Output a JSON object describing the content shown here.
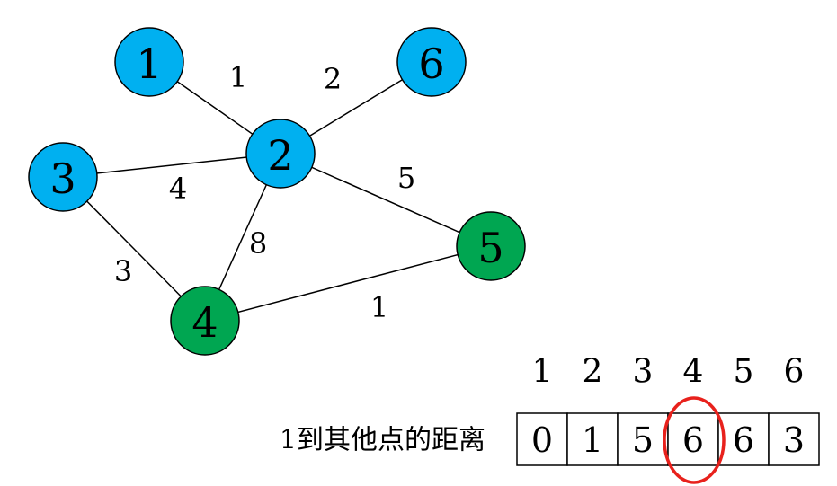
{
  "colors": {
    "visited": "#00B0F0",
    "unvisited": "#00A651",
    "highlight": "#E8211C"
  },
  "nodes": [
    {
      "id": "1",
      "label": "1",
      "state": "visited"
    },
    {
      "id": "2",
      "label": "2",
      "state": "visited"
    },
    {
      "id": "3",
      "label": "3",
      "state": "visited"
    },
    {
      "id": "4",
      "label": "4",
      "state": "unvisited"
    },
    {
      "id": "5",
      "label": "5",
      "state": "unvisited"
    },
    {
      "id": "6",
      "label": "6",
      "state": "visited"
    }
  ],
  "edges": [
    {
      "from": "1",
      "to": "2",
      "weight": "1"
    },
    {
      "from": "2",
      "to": "6",
      "weight": "2"
    },
    {
      "from": "3",
      "to": "2",
      "weight": "4"
    },
    {
      "from": "2",
      "to": "5",
      "weight": "5"
    },
    {
      "from": "2",
      "to": "4",
      "weight": "8"
    },
    {
      "from": "3",
      "to": "4",
      "weight": "3"
    },
    {
      "from": "4",
      "to": "5",
      "weight": "1"
    }
  ],
  "distance_table": {
    "caption": "1到其他点的距离",
    "headers": [
      "1",
      "2",
      "3",
      "4",
      "5",
      "6"
    ],
    "values": [
      "0",
      "1",
      "5",
      "6",
      "6",
      "3"
    ],
    "highlighted_column": "4"
  }
}
